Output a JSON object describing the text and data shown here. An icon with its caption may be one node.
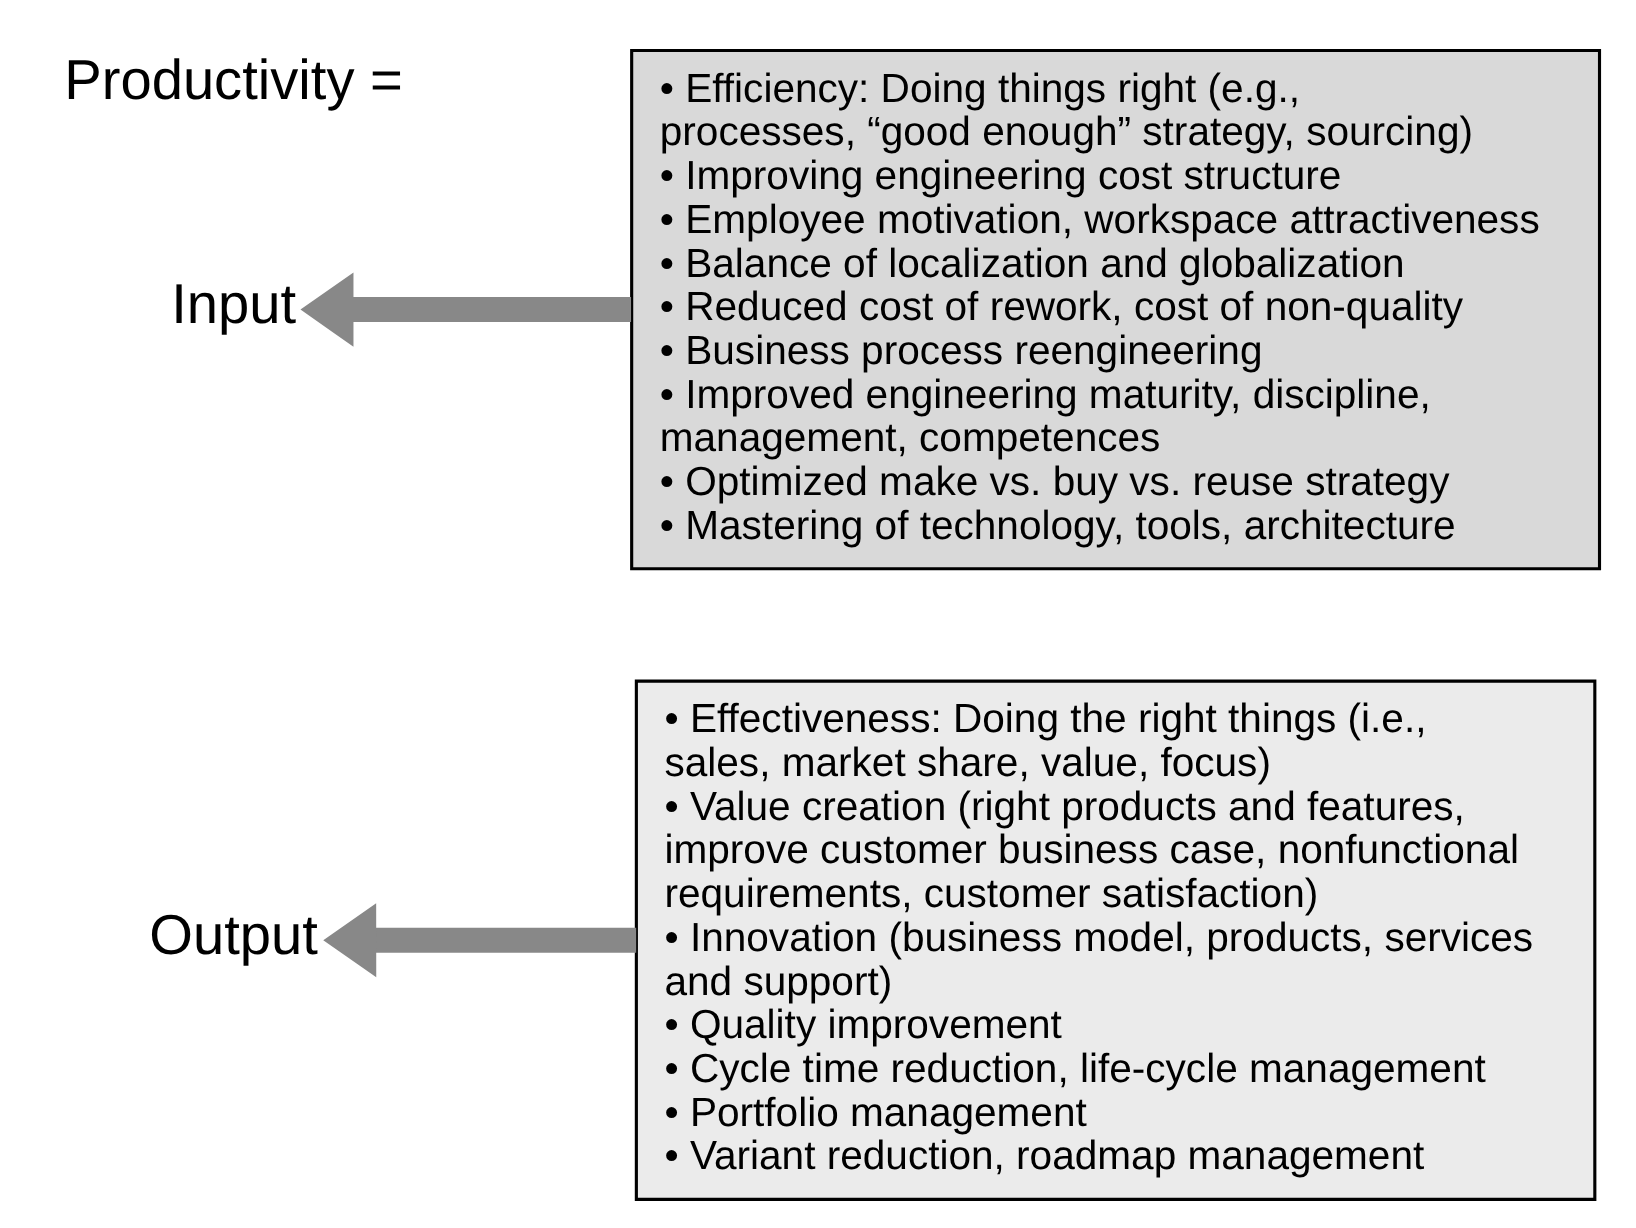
{
  "diagram": {
    "nodes": [
      {
        "text": [
          "Output"
        ]
      },
      {
        "text": [
          "Input"
        ]
      },
      {
        "text": [
          "• Effectiveness: Doing the right things (i.e., sales, market share, value, focus)",
          "• Value creation (right products and features, improve customer business case, nonfunctional requirements, customer satisfaction)",
          "• Innovation (business model, products, services and support)",
          "• Quality improvement",
          "• Cycle time reduction, life-cycle management",
          "• Portfolio management",
          "• Variant reduction, roadmap management"
        ]
      },
      {
        "text": [
          "• Efficiency: Doing things right (e.g., processes, “good enough” strategy, sourcing)",
          "• Improving engineering cost structure",
          "• Employee motivation, workspace attractiveness",
          "• Balance of localization and globalization",
          "• Reduced cost of rework, cost of non-quality",
          "• Business process reengineering",
          "• Improved engineering maturity, discipline, management, competences",
          "• Optimized make vs. buy vs. reuse strategy",
          "• Mastering of technology, tools, architecture"
        ]
      }
    ],
    "edges": [
      {
        "from": 2,
        "to": 0,
        "arrow": "to"
      },
      {
        "from": 3,
        "to": 1,
        "arrow": "to"
      }
    ],
    "labels": [
      "Productivity ="
    ]
  }
}
